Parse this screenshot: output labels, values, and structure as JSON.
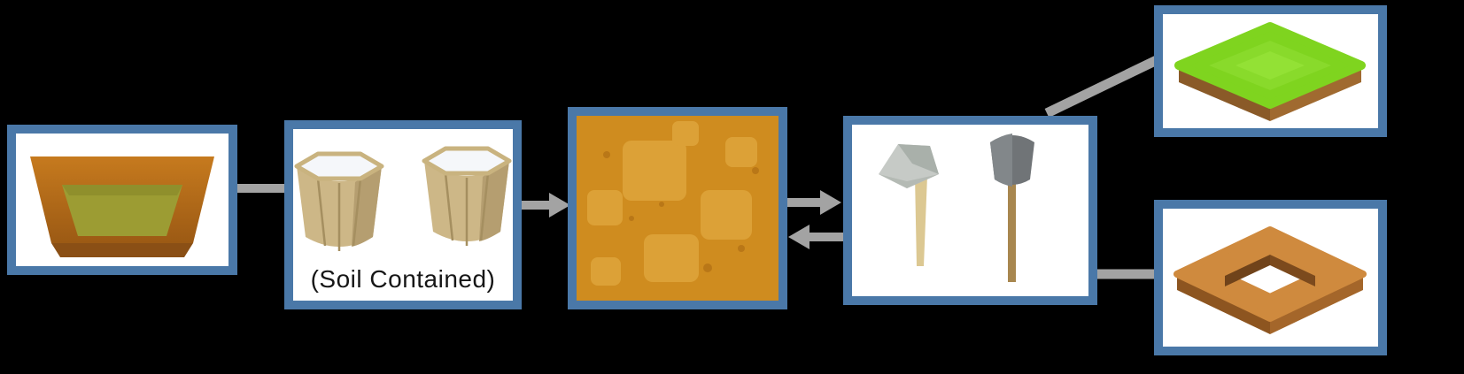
{
  "colors": {
    "background": "#000000",
    "box_border": "#4a78a8",
    "box_background": "#ffffff",
    "arrow": "#a3a3a3",
    "soil_base": "#cf8c1f",
    "grass_green": "#7fd41f",
    "wood_tan": "#cdb787"
  },
  "nodes": {
    "dug_ground": {
      "icon": "dug-ground-pit-image"
    },
    "soil_buckets": {
      "icon": "wooden-soil-buckets-image",
      "caption": "(Soil Contained)"
    },
    "soil_block": {
      "icon": "soil-texture-image"
    },
    "tools": {
      "icon": "pickaxe-and-shovel-image"
    },
    "grass_tile": {
      "icon": "grass-tile-image"
    },
    "ring_tile": {
      "icon": "hollow-ring-tile-image"
    }
  },
  "connectors": [
    {
      "name": "dug-ground-to-soil-buckets",
      "type": "line"
    },
    {
      "name": "soil-buckets-to-soil-block",
      "type": "arrow-right"
    },
    {
      "name": "soil-block-to-tools",
      "type": "arrow-right"
    },
    {
      "name": "tools-to-soil-block",
      "type": "arrow-left"
    },
    {
      "name": "tools-to-grass-tile",
      "type": "line"
    },
    {
      "name": "tools-to-ring-tile",
      "type": "line"
    }
  ]
}
